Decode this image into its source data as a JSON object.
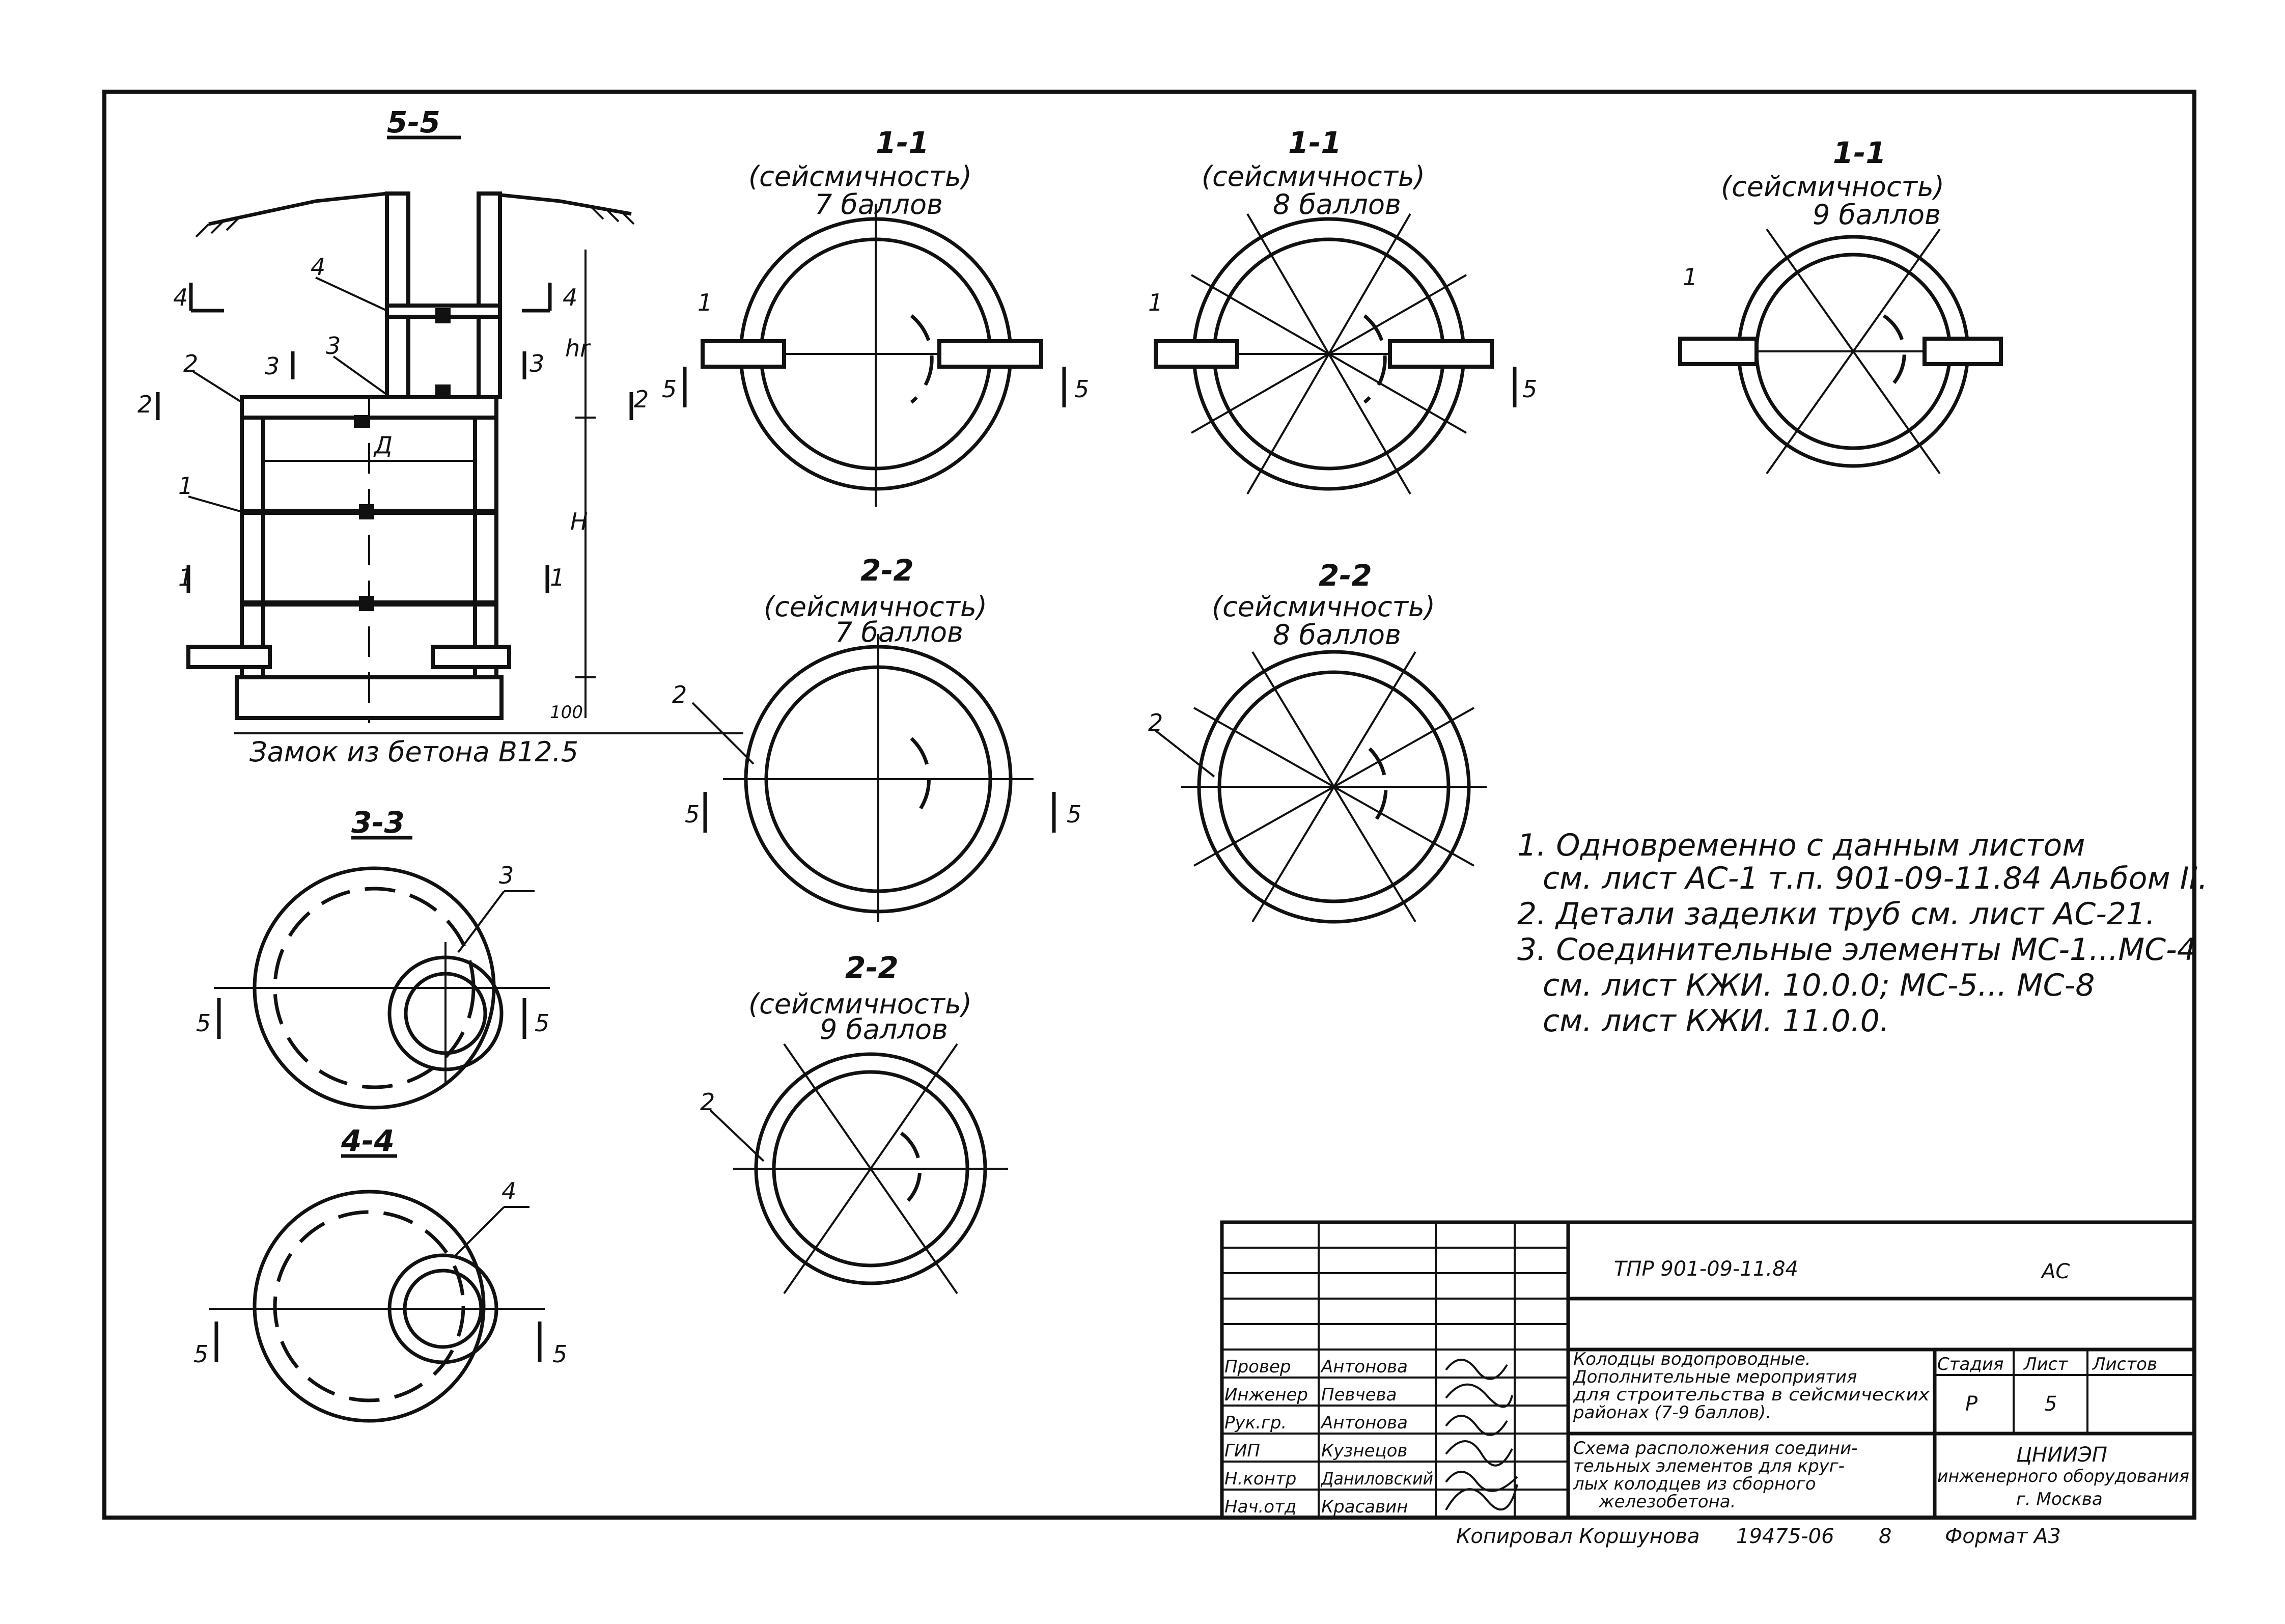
{
  "sections": {
    "s55": {
      "title": "5-5",
      "footer": "Замок из бетона В12.5"
    },
    "s11_7": {
      "title": "1-1",
      "line1": "(сейсмичность)",
      "line2": "7 баллов"
    },
    "s11_8": {
      "title": "1-1",
      "line1": "(сейсмичность)",
      "line2": "8 баллов"
    },
    "s11_9": {
      "title": "1-1",
      "line1": "(сейсмичность)",
      "line2": "9 баллов"
    },
    "s22_7": {
      "title": "2-2",
      "line1": "(сейсмичность)",
      "line2": "7 баллов"
    },
    "s22_8": {
      "title": "2-2",
      "line1": "(сейсмичность)",
      "line2": "8 баллов"
    },
    "s22_9": {
      "title": "2-2",
      "line1": "(сейсмичность)",
      "line2": "9 баллов"
    },
    "s33": {
      "title": "3-3"
    },
    "s44": {
      "title": "4-4"
    }
  },
  "marks": {
    "one": "1",
    "two": "2",
    "three": "3",
    "four": "4",
    "five": "5",
    "D": "Д",
    "H": "H",
    "hr": "hr",
    "dim100": "100"
  },
  "notes": [
    "1. Одновременно с данным листом",
    "см. лист АС-1 т.п. 901-09-11.84 Альбом II.",
    "2. Детали заделки труб см. лист АС-21.",
    "3. Соединительные элементы МС-1...МС-4",
    "см. лист КЖИ. 10.0.0; МС-5... МС-8",
    "см. лист КЖИ. 11.0.0."
  ],
  "title_block": {
    "code": "ТПР 901-09-11.84",
    "mark": "АС",
    "roles": [
      "Провер",
      "Инженер",
      "Рук.гр.",
      "ГИП",
      "Н.контр",
      "Нач.отд"
    ],
    "names": [
      "Антонова",
      "Певчева",
      "Антонова",
      "Кузнецов",
      "Даниловский",
      "Красавин"
    ],
    "object_title": [
      "Колодцы водопроводные.",
      "Дополнительные мероприятия",
      "для строительства в сейсмических",
      "районах (7-9 баллов)."
    ],
    "sheet_title": [
      "Схема расположения соедини-",
      "тельных элементов для круг-",
      "лых колодцев из сборного",
      "железобетона."
    ],
    "stage_label": "Стадия",
    "sheet_label": "Лист",
    "sheets_label": "Листов",
    "stage": "Р",
    "sheet": "5",
    "org_name": "ЦНИИЭП",
    "org_sub": "инженерного оборудования",
    "org_city": "г. Москва",
    "copied": "Копировал Коршунова",
    "inv": "19475-06",
    "inv2": "8",
    "format": "Формат А3"
  }
}
